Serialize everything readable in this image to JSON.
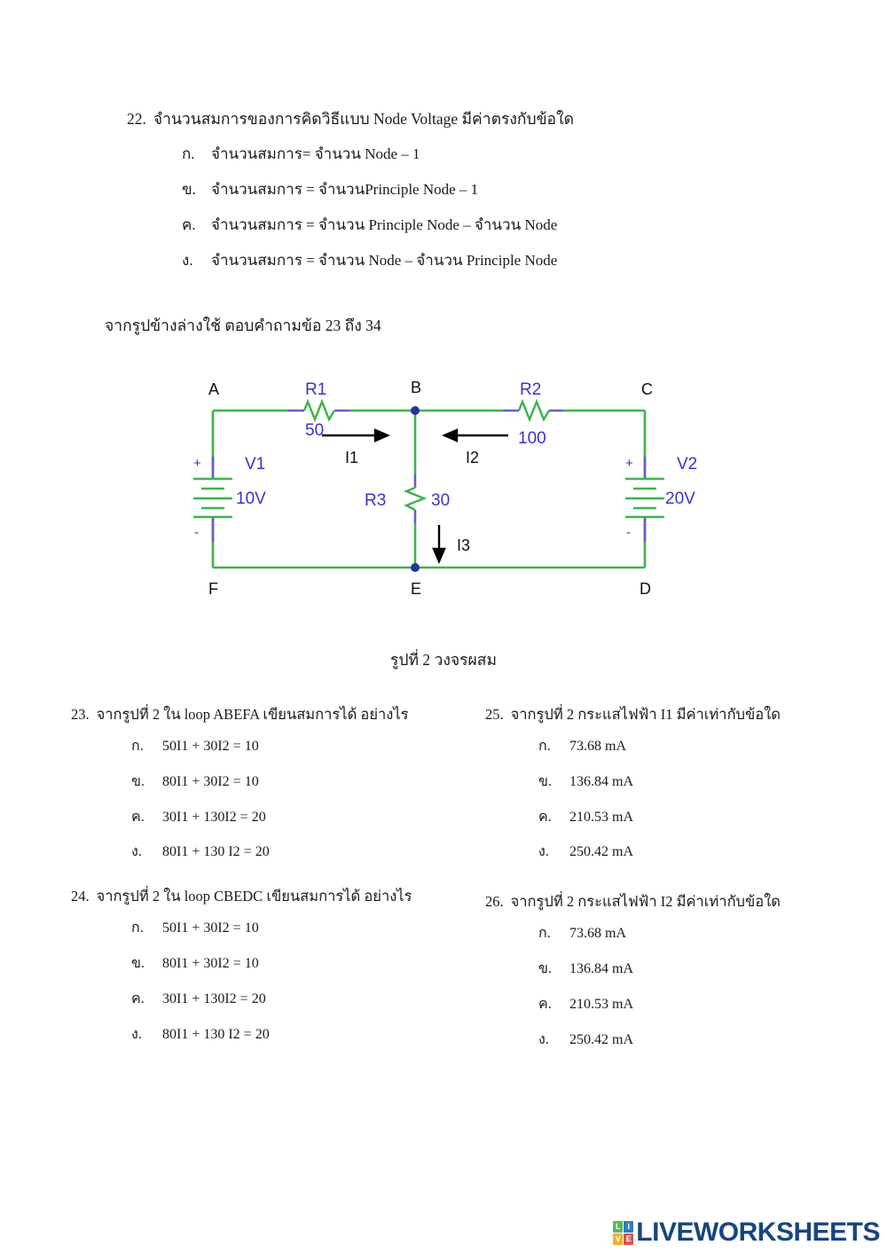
{
  "question22": {
    "number": "22.",
    "stem": "จำนวนสมการของการคิดวิธีแบบ Node Voltage มีค่าตรงกับข้อใด",
    "choices": [
      {
        "key": "ก.",
        "text": "จำนวนสมการ= จำนวน Node – 1"
      },
      {
        "key": "ข.",
        "text": "จำนวนสมการ = จำนวนPrinciple Node – 1"
      },
      {
        "key": "ค.",
        "text": "จำนวนสมการ = จำนวน Principle Node – จำนวน Node"
      },
      {
        "key": "ง.",
        "text": "จำนวนสมการ = จำนวน Node – จำนวน Principle Node"
      }
    ]
  },
  "figure_intro": "จากรูปข้างล่างใช้ ตอบคำถามข้อ 23 ถึง 34",
  "figure": {
    "caption": "รูปที่ 2 วงจรผสม",
    "wire_color": "#3cb44b",
    "lead_color": "#6a5acd",
    "label_color": "#3b33c9",
    "node_color": "#1f3a93",
    "node_labels": [
      "A",
      "B",
      "C",
      "D",
      "E",
      "F"
    ],
    "components": [
      {
        "name": "R1",
        "value": "50"
      },
      {
        "name": "R2",
        "value": "100"
      },
      {
        "name": "R3",
        "value": "30"
      },
      {
        "name": "V1",
        "value": "10V"
      },
      {
        "name": "V2",
        "value": "20V"
      }
    ],
    "currents": [
      {
        "name": "I1",
        "direction": "right"
      },
      {
        "name": "I2",
        "direction": "left"
      },
      {
        "name": "I3",
        "direction": "down"
      }
    ],
    "polarity": {
      "plus": "+",
      "minus": "-"
    }
  },
  "questions": {
    "left": [
      {
        "number": "23.",
        "stem": "จากรูปที่ 2 ใน loop ABEFA เขียนสมการได้ อย่างไร",
        "choices": [
          {
            "key": "ก.",
            "text": "50I1 + 30I2 = 10"
          },
          {
            "key": "ข.",
            "text": "80I1 + 30I2 = 10"
          },
          {
            "key": "ค.",
            "text": "30I1 + 130I2 = 20"
          },
          {
            "key": "ง.",
            "text": "80I1 + 130 I2 = 20"
          }
        ]
      },
      {
        "number": "24.",
        "stem": "จากรูปที่ 2 ใน loop CBEDC เขียนสมการได้ อย่างไร",
        "choices": [
          {
            "key": "ก.",
            "text": "50I1 + 30I2 = 10"
          },
          {
            "key": "ข.",
            "text": "80I1 + 30I2 = 10"
          },
          {
            "key": "ค.",
            "text": "30I1 + 130I2 = 20"
          },
          {
            "key": "ง.",
            "text": "80I1 + 130 I2 = 20"
          }
        ]
      }
    ],
    "right": [
      {
        "number": "25.",
        "stem": "จากรูปที่ 2 กระแสไฟฟ้า I1 มีค่าเท่ากับข้อใด",
        "choices": [
          {
            "key": "ก.",
            "text": "73.68 mA"
          },
          {
            "key": "ข.",
            "text": "136.84 mA"
          },
          {
            "key": "ค.",
            "text": "210.53 mA"
          },
          {
            "key": "ง.",
            "text": "250.42 mA"
          }
        ]
      },
      {
        "number": "26.",
        "stem": "จากรูปที่ 2 กระแสไฟฟ้า I2 มีค่าเท่ากับข้อใด",
        "choices": [
          {
            "key": "ก.",
            "text": "73.68 mA"
          },
          {
            "key": "ข.",
            "text": "136.84 mA"
          },
          {
            "key": "ค.",
            "text": "210.53 mA"
          },
          {
            "key": "ง.",
            "text": "250.42 mA"
          }
        ]
      }
    ]
  },
  "logo": {
    "wordmark": "LIVEWORKSHEETS",
    "tiles": [
      {
        "letter": "L",
        "color": "#5cb85c"
      },
      {
        "letter": "I",
        "color": "#2e7cc4"
      },
      {
        "letter": "V",
        "color": "#2e7cc4"
      },
      {
        "letter": "E",
        "color": "#d9534f"
      }
    ],
    "wordmark_color": "#17457f"
  }
}
